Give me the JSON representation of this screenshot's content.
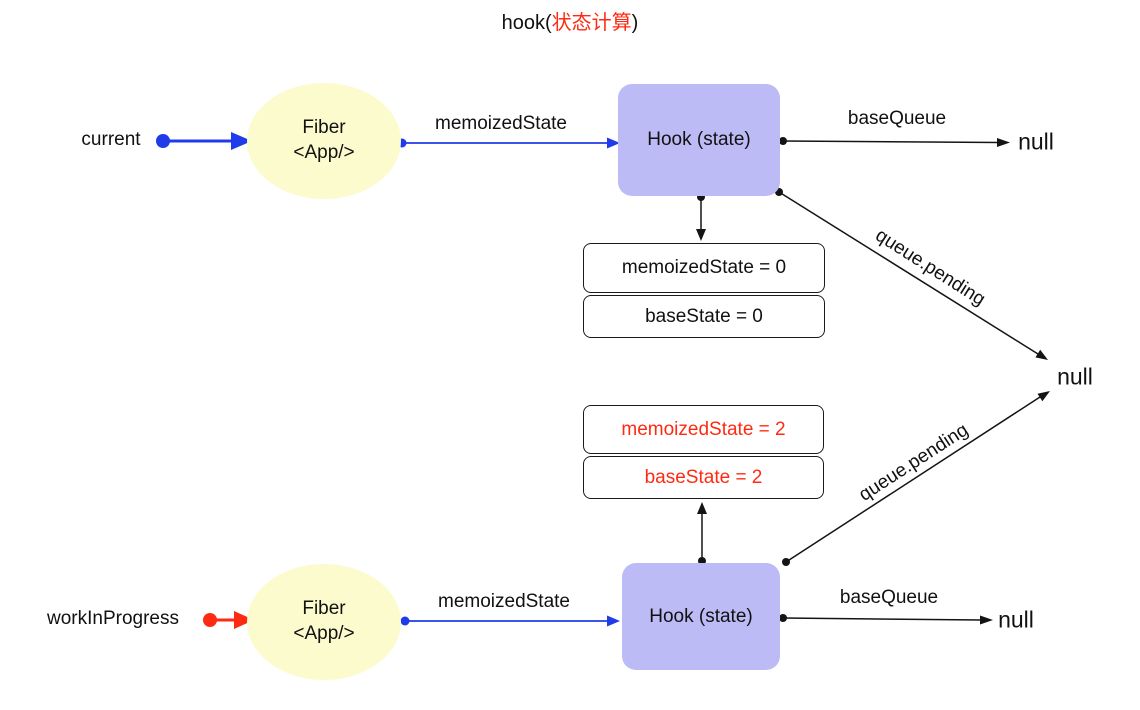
{
  "title": {
    "prefix": "hook(",
    "highlight": "状态计算",
    "suffix": ")"
  },
  "colors": {
    "blue": "#1F3BEA",
    "red": "#FE2B12",
    "fiber_fill": "#FBFBCD",
    "hook_fill": "#BDBBF6",
    "line_black": "#141414"
  },
  "nodes": {
    "current_label": "current",
    "work_in_progress_label": "workInProgress",
    "fiber_top": {
      "line1": "Fiber",
      "line2": "<App/>"
    },
    "fiber_bottom": {
      "line1": "Fiber",
      "line2": "<App/>"
    },
    "hook_top": "Hook (state)",
    "hook_bottom": "Hook (state)",
    "state_box_top_1": "memoizedState = 0",
    "state_box_top_2": "baseState = 0",
    "state_box_bottom_1": "memoizedState = 2",
    "state_box_bottom_2": "baseState = 2",
    "null_top": "null",
    "null_middle": "null",
    "null_bottom": "null"
  },
  "edges": {
    "memoized_state_top": "memoizedState",
    "memoized_state_bottom": "memoizedState",
    "base_queue_top": "baseQueue",
    "base_queue_bottom": "baseQueue",
    "queue_pending_top": "queue.pending",
    "queue_pending_bottom": "queue.pending"
  }
}
